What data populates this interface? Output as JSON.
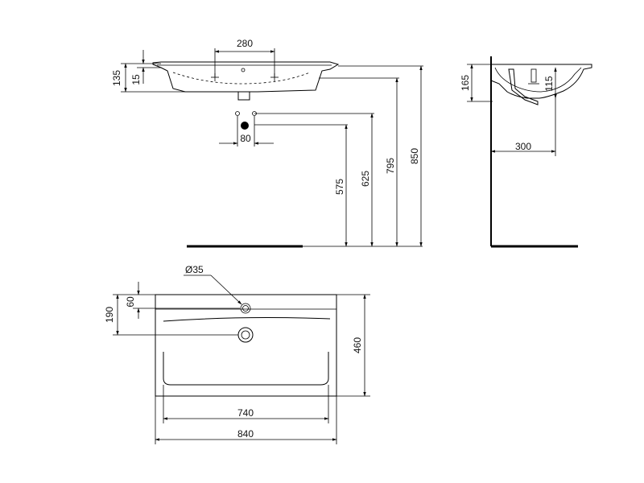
{
  "drawing": {
    "units": "mm",
    "front_view": {
      "tap_hole_spacing": "280",
      "basin_height": "135",
      "rim_thickness": "15",
      "waste_spacing": "80",
      "waste_height": "575",
      "trap_height": "625",
      "basin_bottom_height": "795",
      "rim_height": "850"
    },
    "side_view": {
      "rim_profile_height": "165",
      "basin_depth": "115",
      "waste_offset": "300"
    },
    "plan_view": {
      "tap_hole_diameter": "Ø35",
      "tap_hole_offset": "60",
      "waste_offset": "190",
      "depth": "460",
      "inner_width": "740",
      "overall_width": "840"
    }
  },
  "colors": {
    "line": "#000000",
    "text": "#111111",
    "background": "#ffffff"
  }
}
